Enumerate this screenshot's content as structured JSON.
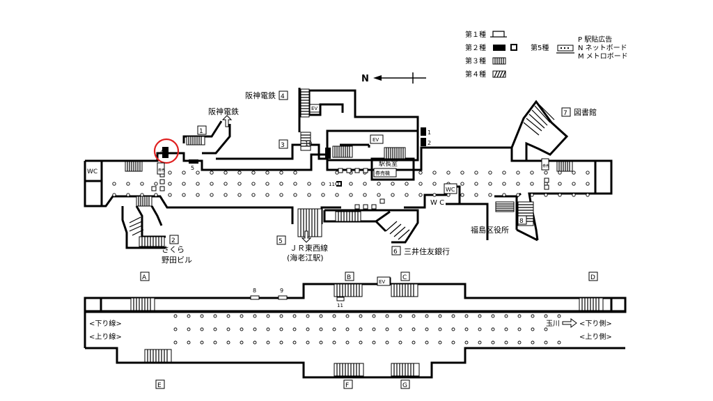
{
  "legend": {
    "type1": "第１種",
    "type2": "第２種",
    "type3": "第３種",
    "type4": "第４種",
    "type5": "第5種",
    "p_label": "P 駅貼広告",
    "n_label": "N ネットボード",
    "m_label": "M メトロボード"
  },
  "compass": {
    "north": "N"
  },
  "concourse": {
    "exit1_num": "1",
    "exit1_dest": "阪神電鉄",
    "exit2_num": "2",
    "exit2_dest_line1": "さくら",
    "exit2_dest_line2": "野田ビル",
    "exit3_num": "3",
    "exit4_num": "4",
    "exit4_dest": "阪神電鉄",
    "exit5_num": "5",
    "exit5_dest_line1": "ＪＲ東西線",
    "exit5_dest_line2": "(海老江駅)",
    "exit6_num": "6",
    "exit6_dest": "三井住友銀行",
    "exit7_num": "7",
    "exit7_dest": "図書館",
    "exit8_num": "8",
    "exit8_dest": "福島区役所",
    "wc1": "WC",
    "wc2": "WC",
    "wc3": "W C",
    "ev1": "EV",
    "ev2": "EV",
    "station_office": "駅長室",
    "ticket_office": "券売機",
    "ticket_left": "券売",
    "ticket_right": "券売",
    "ad_4": "4",
    "ad_5": "5",
    "ad_1": "1",
    "ad_2": "2",
    "ad_10": "10",
    "ad_11": "11"
  },
  "platform": {
    "label_A": "A",
    "label_B": "B",
    "label_C": "C",
    "label_D": "D",
    "label_E": "E",
    "label_F": "F",
    "label_G": "G",
    "ev": "EV",
    "ad_8": "8",
    "ad_9": "9",
    "ad_11": "11",
    "down_line": "<下り線>",
    "up_line": "<上り線>",
    "tamagawa": "玉川",
    "down_side": "<下り側>",
    "up_side": "<上り側>"
  },
  "highlight_color": "#e02020"
}
